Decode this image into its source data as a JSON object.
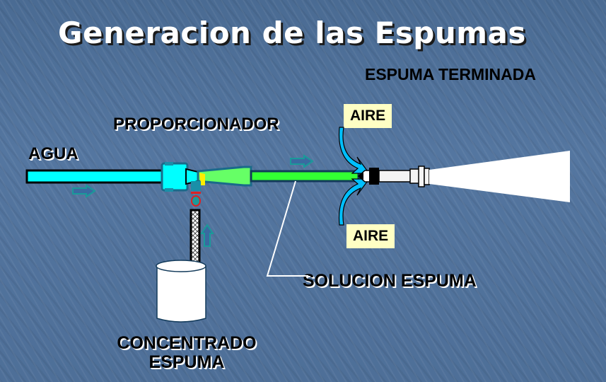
{
  "title": "Generacion de las Espumas",
  "labels": {
    "finished_foam": "ESPUMA TERMINADA",
    "proportioner": "PROPORCIONADOR",
    "water": "AGUA",
    "air_top": "AIRE",
    "air_bottom": "AIRE",
    "foam_solution": "SOLUCION ESPUMA",
    "concentrate_line1": "CONCENTRADO",
    "concentrate_line2": "ESPUMA"
  },
  "colors": {
    "water_pipe": "#00ffff",
    "solution_pipe": "#33ff33",
    "proportioner_body": "#1a8fa8",
    "air_arrow": "#00bfff",
    "air_label_bg": "#ffffc4",
    "flow_arrow": "#2a9a9a",
    "foam_stream": "#ffffff",
    "background": "#4f6f97"
  }
}
